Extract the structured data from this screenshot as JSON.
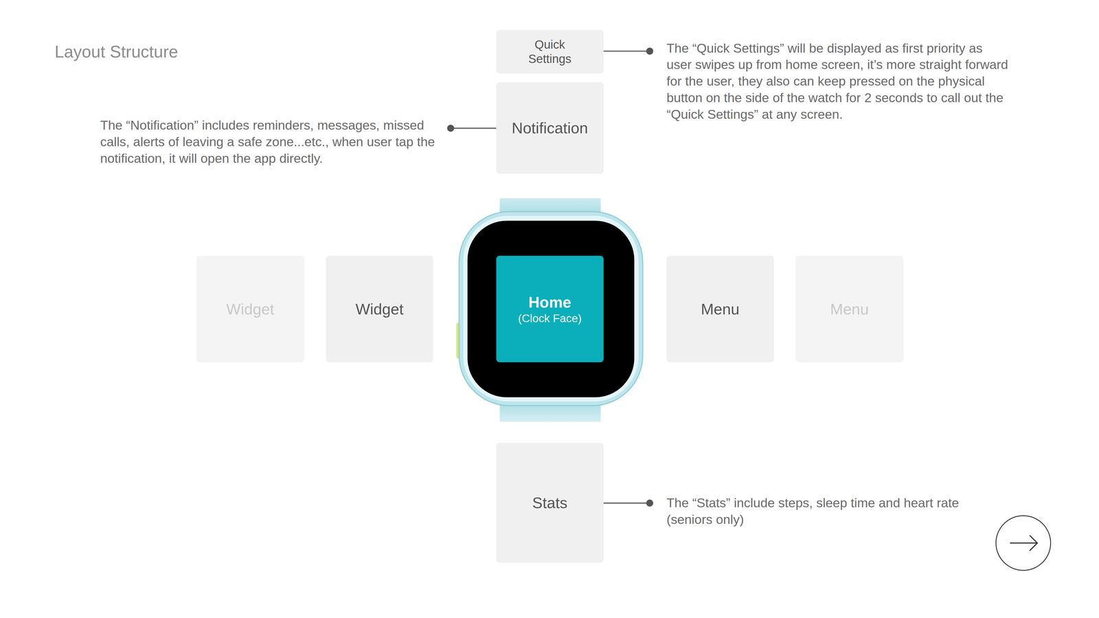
{
  "diagram": {
    "title": "Layout Structure",
    "nodes": [
      {
        "text": [
          "Quick Settings"
        ]
      },
      {
        "text": [
          "Notification"
        ]
      },
      {
        "text": [
          "Widget"
        ]
      },
      {
        "text": [
          "Widget"
        ]
      },
      {
        "text": [
          "Home",
          "(Clock Face)"
        ]
      },
      {
        "text": [
          "Menu"
        ]
      },
      {
        "text": [
          "Menu"
        ]
      },
      {
        "text": [
          "Stats"
        ]
      }
    ],
    "labels": [
      "The “Quick Settings” will be displayed as first priority as user swipes up from home screen, it’s more straight forward for the user, they also can keep pressed on the physical button on the side of the watch for 2 seconds to call out the “Quick Settings” at any screen.",
      "The “Notification” includes reminders, messages, missed calls, alerts of leaving a safe zone...etc., when user tap the notification, it will open the app directly.",
      "The “Stats” include steps, sleep time and heart rate (seniors only)"
    ]
  }
}
